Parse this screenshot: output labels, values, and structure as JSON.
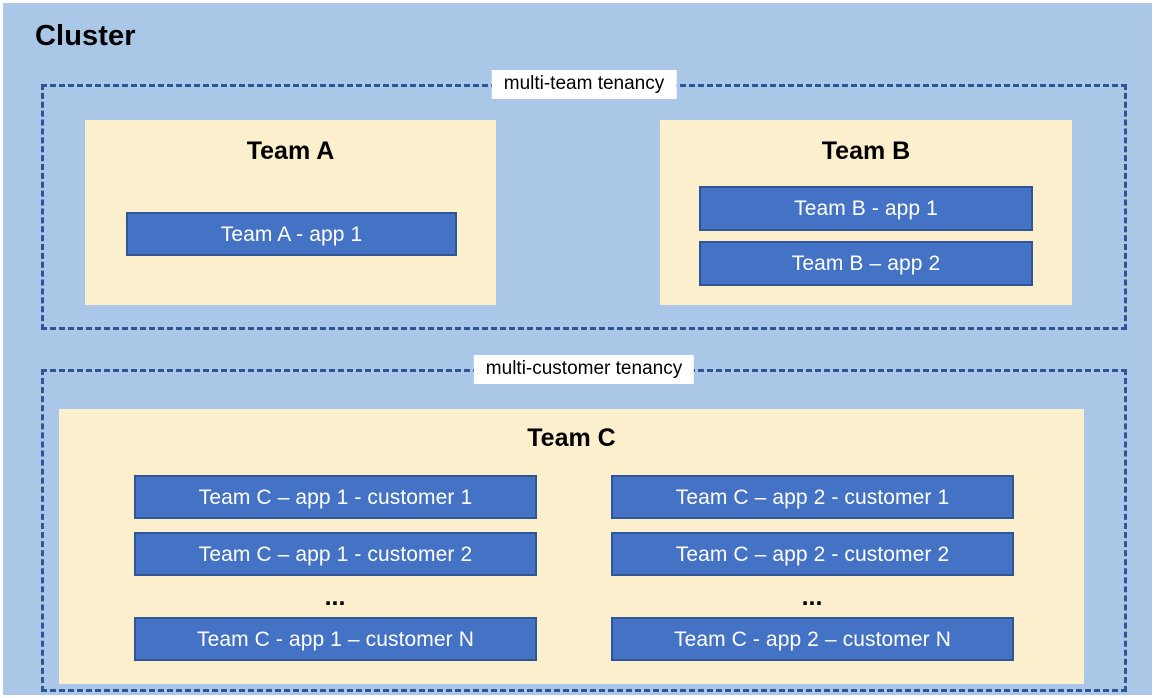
{
  "diagram": {
    "title": "Cluster",
    "background_color": "#aac7e8",
    "zone_border_color": "#2f5496",
    "team_panel_color": "#fcefce",
    "app_bar_color": "#4472c4",
    "app_bar_border_color": "#2f5597",
    "ellipsis": "..."
  },
  "zones": [
    {
      "label": "multi-team tenancy",
      "teams": [
        {
          "name": "Team A",
          "apps": [
            {
              "label": "Team A - app 1"
            }
          ]
        },
        {
          "name": "Team B",
          "apps": [
            {
              "label": "Team B - app 1"
            },
            {
              "label": "Team B – app 2"
            }
          ]
        }
      ]
    },
    {
      "label": "multi-customer tenancy",
      "teams": [
        {
          "name": "Team C",
          "columns": [
            {
              "apps": [
                {
                  "label": "Team C – app 1 - customer 1"
                },
                {
                  "label": "Team C – app 1 - customer 2"
                },
                {
                  "label": "Team C - app 1 – customer N"
                }
              ],
              "ellipsis": "..."
            },
            {
              "apps": [
                {
                  "label": "Team C – app 2 - customer 1"
                },
                {
                  "label": "Team C – app 2 - customer 2"
                },
                {
                  "label": "Team C - app 2 – customer N"
                }
              ],
              "ellipsis": "..."
            }
          ]
        }
      ]
    }
  ]
}
